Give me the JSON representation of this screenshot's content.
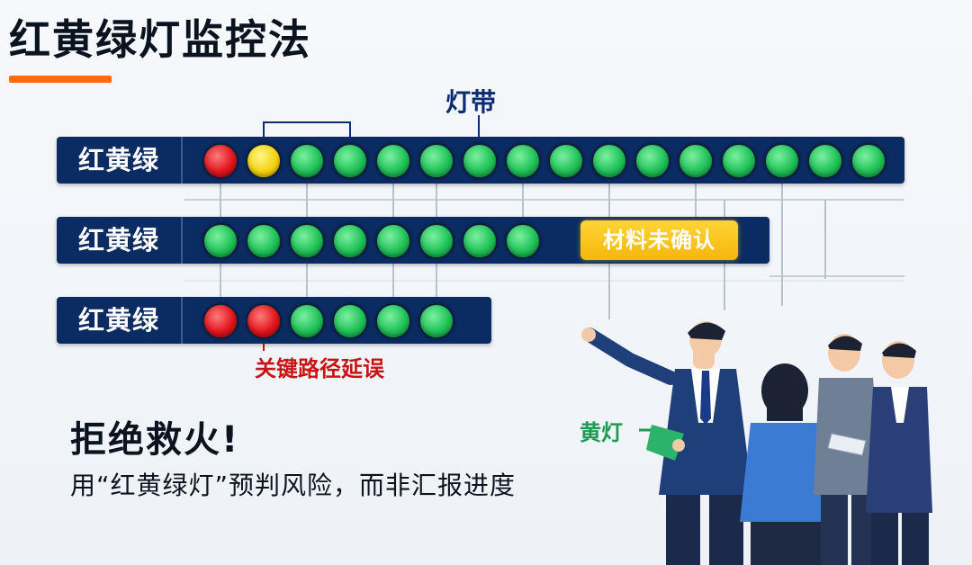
{
  "title": "红黄绿灯监控法",
  "bracket_label": "灯带",
  "rows": [
    {
      "label": "红黄绿",
      "lights": [
        "red",
        "yellow",
        "green",
        "green",
        "green",
        "green",
        "green",
        "green",
        "green",
        "green",
        "green",
        "green",
        "green",
        "green",
        "green",
        "green"
      ]
    },
    {
      "label": "红黄绿",
      "lights": [
        "green",
        "green",
        "green",
        "green",
        "green",
        "green",
        "green",
        "green"
      ],
      "badge": "材料未确认"
    },
    {
      "label": "红黄绿",
      "lights": [
        "red",
        "red",
        "green",
        "green",
        "green",
        "green"
      ],
      "callout": "关键路径延误"
    }
  ],
  "slogan": "拒绝救火!",
  "subtext": "用“红黄绿灯”预判风险，而非汇报进度",
  "yellow_light_tag": "黄灯",
  "colors": {
    "red": "#e0151d",
    "yellow": "#f3d30f",
    "green": "#1fc157",
    "row_bg": "#0b2b63",
    "accent_bar": "#ff6a13",
    "badge": "#f5b70b"
  }
}
